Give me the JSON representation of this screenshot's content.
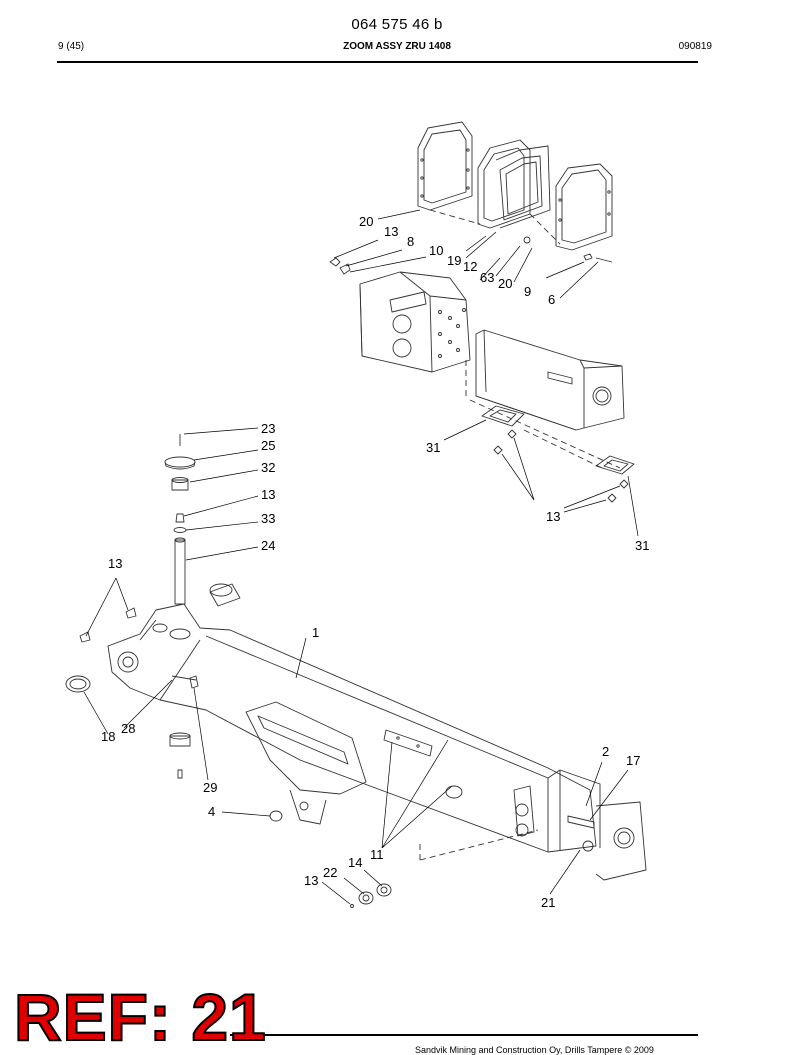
{
  "header": {
    "doc_number": "064 575 46 b",
    "page": "9 (45)",
    "title": "ZOOM ASSY ZRU 1408",
    "date": "090819"
  },
  "callouts": {
    "c20a": "20",
    "c13a": "13",
    "c8": "8",
    "c10": "10",
    "c19": "19",
    "c12": "12",
    "c63": "63",
    "c20b": "20",
    "c9": "9",
    "c6": "6",
    "c23": "23",
    "c25": "25",
    "c32": "32",
    "c13b": "13",
    "c33": "33",
    "c24": "24",
    "c31a": "31",
    "c13c": "13",
    "c31b": "31",
    "c13d": "13",
    "c1": "1",
    "c28": "28",
    "c18": "18",
    "c29": "29",
    "c2": "2",
    "c17": "17",
    "c4": "4",
    "c11": "11",
    "c14": "14",
    "c22": "22",
    "c13e": "13",
    "c21": "21"
  },
  "stamp": {
    "text": "REF: 21"
  },
  "footer": {
    "text": "Sandvik Mining and Construction Oy, Drills Tampere © 2009"
  }
}
